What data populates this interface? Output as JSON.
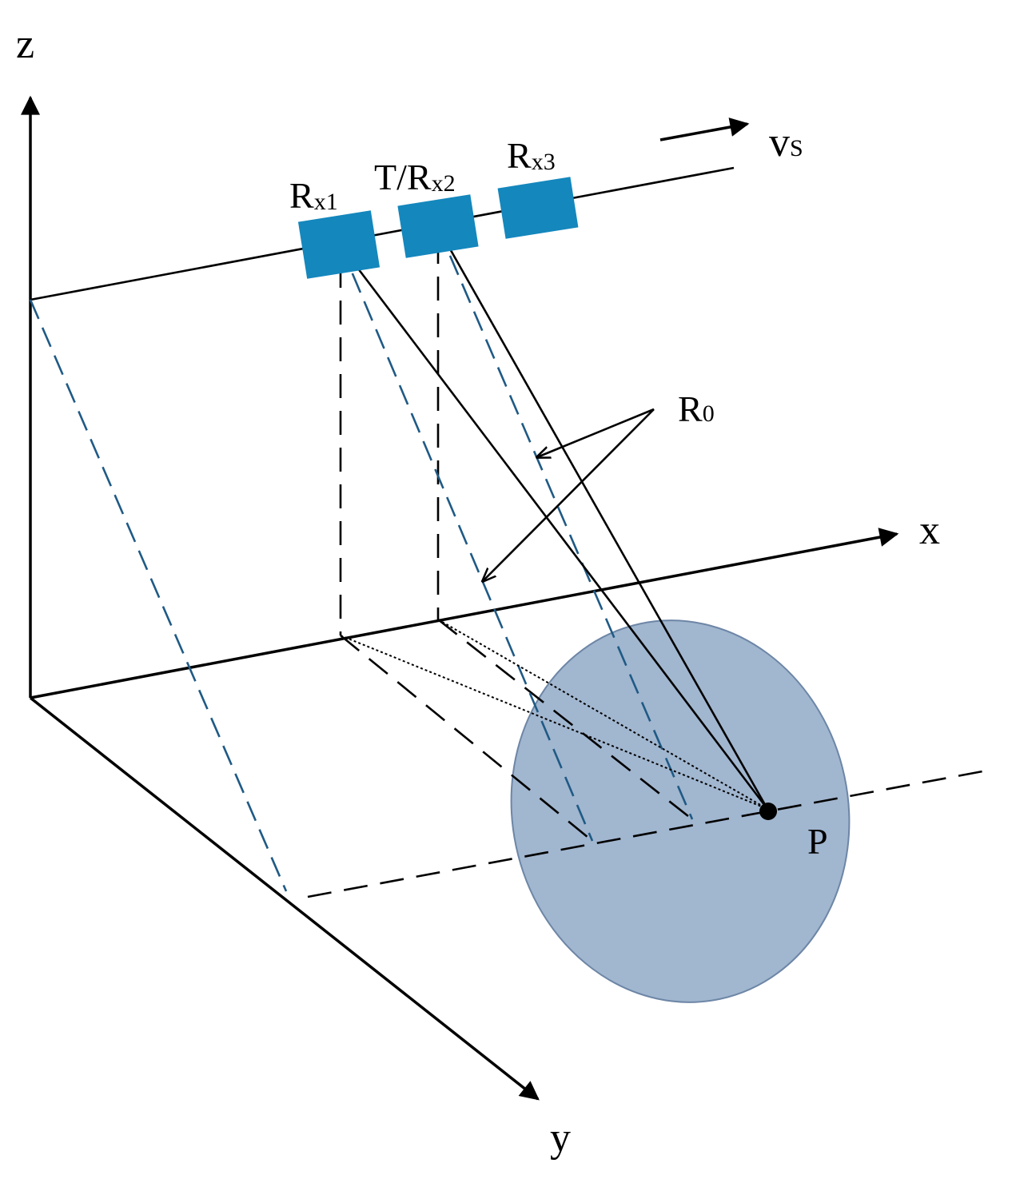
{
  "labels": {
    "z_axis": "z",
    "x_axis": "x",
    "y_axis": "y",
    "rx1_main": "R",
    "rx1_sub": "x1",
    "rx2_prefix": "T/R",
    "rx2_sub": "x2",
    "rx3_main": "R",
    "rx3_sub": "x3",
    "velocity_main": "v",
    "velocity_sub": "S",
    "range_main": "R",
    "range_sub": "0",
    "point_target": "P"
  },
  "colors": {
    "antenna": "#1487bd",
    "projection_dash": "#1f5a85",
    "footprint": "#a1b6cf",
    "footprint_edge": "#6d86a6",
    "lines": "#000000"
  }
}
